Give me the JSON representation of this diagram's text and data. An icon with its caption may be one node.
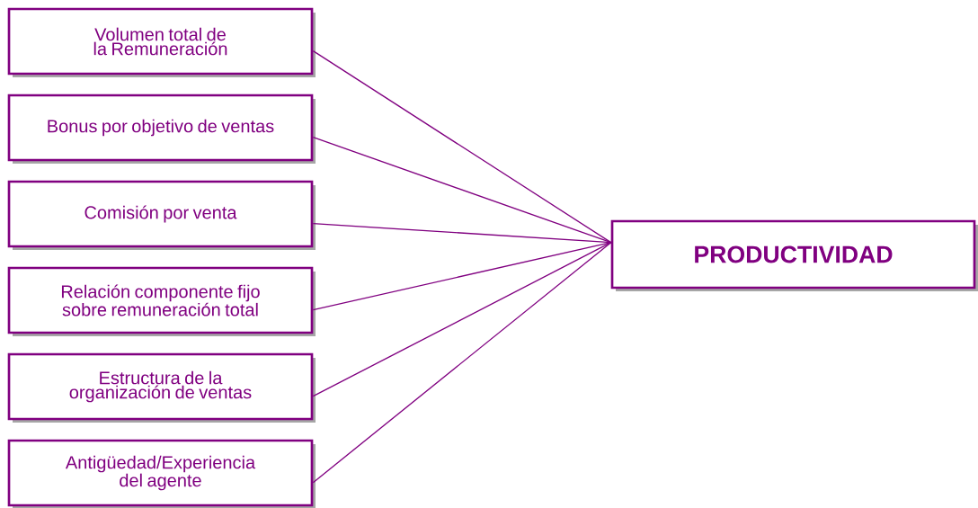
{
  "diagram": {
    "nodes": [
      {
        "text": [
          "Volumen total de la Remuneración"
        ]
      },
      {
        "text": [
          "Bonus por objetivo de ventas"
        ]
      },
      {
        "text": [
          "Comisión por venta"
        ]
      },
      {
        "text": [
          "Relación componente fijo sobre remuneración total"
        ]
      },
      {
        "text": [
          "Estructura de la organización de ventas"
        ]
      },
      {
        "text": [
          "Antigüedad/Experiencia del agente"
        ]
      },
      {
        "text": [
          "PRODUCTIVIDAD"
        ]
      }
    ],
    "edges": [
      {
        "from": 0,
        "to": 6,
        "arrow": "none"
      },
      {
        "from": 1,
        "to": 6,
        "arrow": "none"
      },
      {
        "from": 2,
        "to": 6,
        "arrow": "none"
      },
      {
        "from": 3,
        "to": 6,
        "arrow": "none"
      },
      {
        "from": 4,
        "to": 6,
        "arrow": "none"
      },
      {
        "from": 5,
        "to": 6,
        "arrow": "none"
      }
    ]
  }
}
